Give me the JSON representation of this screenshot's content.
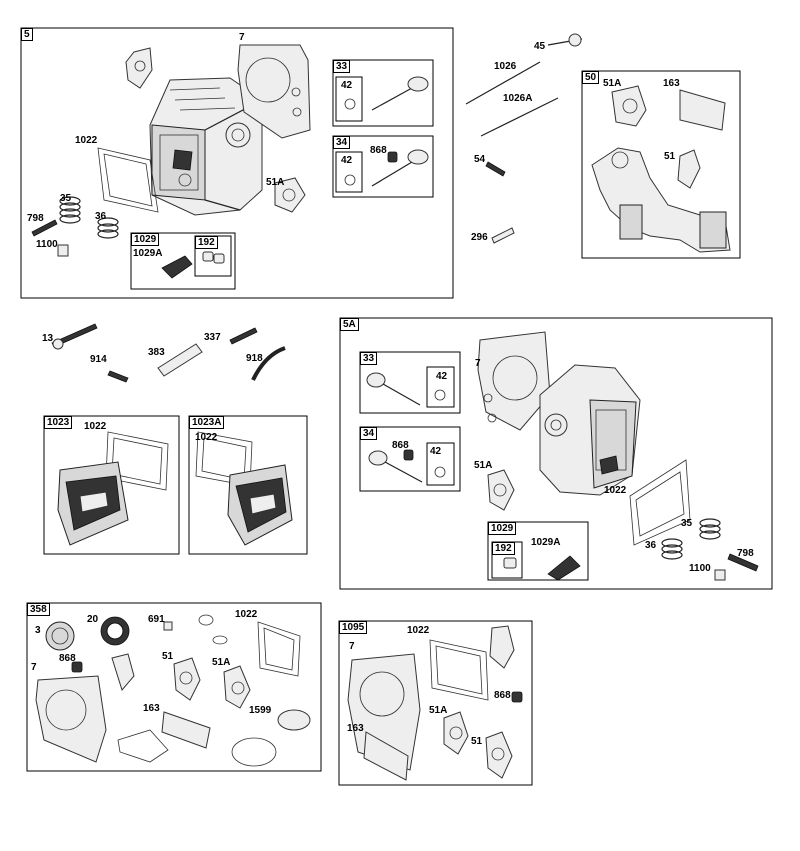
{
  "groups": {
    "g5": "5",
    "g33a": "33",
    "g34a": "34",
    "g1029a": "1029",
    "g192a": "192",
    "g50": "50",
    "g1023": "1023",
    "g1023a": "1023A",
    "g5a": "5A",
    "g33b": "33",
    "g34b": "34",
    "g1029b": "1029",
    "g192b": "192",
    "g358": "358",
    "g1095": "1095"
  },
  "parts": {
    "p7a": "7",
    "p1022a": "1022",
    "p35a": "35",
    "p36a": "36",
    "p798a": "798",
    "p1100a": "1100",
    "p51Aa": "51A",
    "p42a": "42",
    "p42b": "42",
    "p868a": "868",
    "p1029Aa": "1029A",
    "p45": "45",
    "p1026": "1026",
    "p1026A": "1026A",
    "p54": "54",
    "p296": "296",
    "p51Ab": "51A",
    "p163a": "163",
    "p51a": "51",
    "p13": "13",
    "p914": "914",
    "p383": "383",
    "p337": "337",
    "p918": "918",
    "p1022b": "1022",
    "p1022c": "1022",
    "p7b": "7",
    "p42c": "42",
    "p868b": "868",
    "p42d": "42",
    "p51Ac": "51A",
    "p1022d": "1022",
    "p35b": "35",
    "p36b": "36",
    "p798b": "798",
    "p1100b": "1100",
    "p1029Ab": "1029A",
    "p3": "3",
    "p20": "20",
    "p691": "691",
    "p1022e": "1022",
    "p7c": "7",
    "p868c": "868",
    "p51b": "51",
    "p51Ad": "51A",
    "p163b": "163",
    "p1599": "1599",
    "p7d": "7",
    "p1022f": "1022",
    "p868d": "868",
    "p51Ae": "51A",
    "p163c": "163",
    "p51c": "51"
  }
}
